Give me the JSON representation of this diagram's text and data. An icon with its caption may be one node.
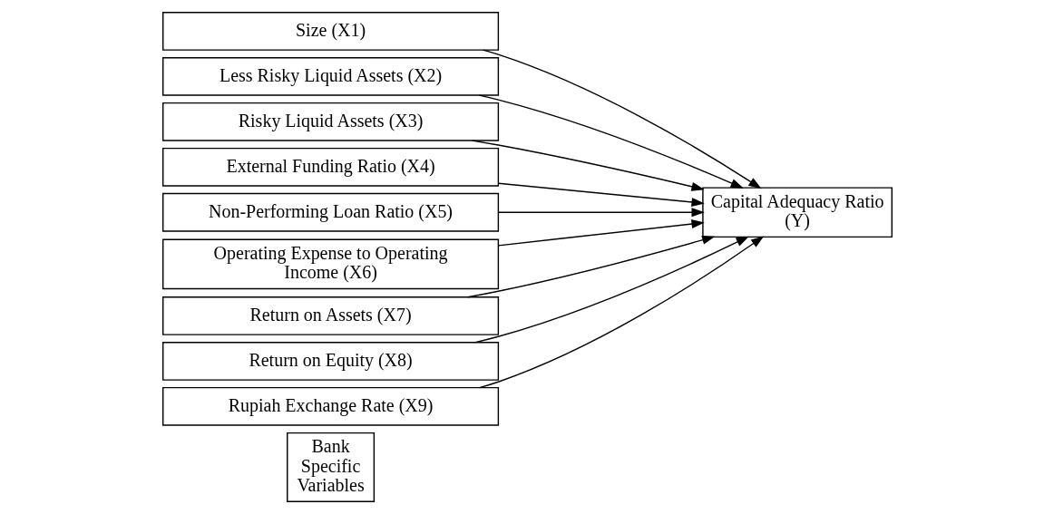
{
  "diagram": {
    "nodes": [
      {
        "text": [
          "Bank Specific Variables"
        ]
      },
      {
        "text": [
          "Size (X1)"
        ]
      },
      {
        "text": [
          "Less Risky Liquid Assets (X2)"
        ]
      },
      {
        "text": [
          "Risky Liquid Assets (X3)"
        ]
      },
      {
        "text": [
          "External Funding Ratio (X4)"
        ]
      },
      {
        "text": [
          "Non-Performing Loan Ratio (X5)"
        ]
      },
      {
        "text": [
          "Operating Expense to Operating Income (X6)"
        ]
      },
      {
        "text": [
          "Return on Assets (X7)"
        ]
      },
      {
        "text": [
          "Return on Equity (X8)"
        ]
      },
      {
        "text": [
          "Rupiah Exchange Rate (X9)"
        ]
      },
      {
        "text": [
          "Capital Adequacy Ratio (Y)"
        ]
      }
    ],
    "edges": [
      {
        "from": 1,
        "to": 10,
        "arrow": "to"
      },
      {
        "from": 2,
        "to": 10,
        "arrow": "to"
      },
      {
        "from": 3,
        "to": 10,
        "arrow": "to"
      },
      {
        "from": 4,
        "to": 10,
        "arrow": "to"
      },
      {
        "from": 5,
        "to": 10,
        "arrow": "to"
      },
      {
        "from": 6,
        "to": 10,
        "arrow": "to"
      },
      {
        "from": 7,
        "to": 10,
        "arrow": "to"
      },
      {
        "from": 8,
        "to": 10,
        "arrow": "to"
      },
      {
        "from": 9,
        "to": 10,
        "arrow": "to"
      }
    ]
  }
}
